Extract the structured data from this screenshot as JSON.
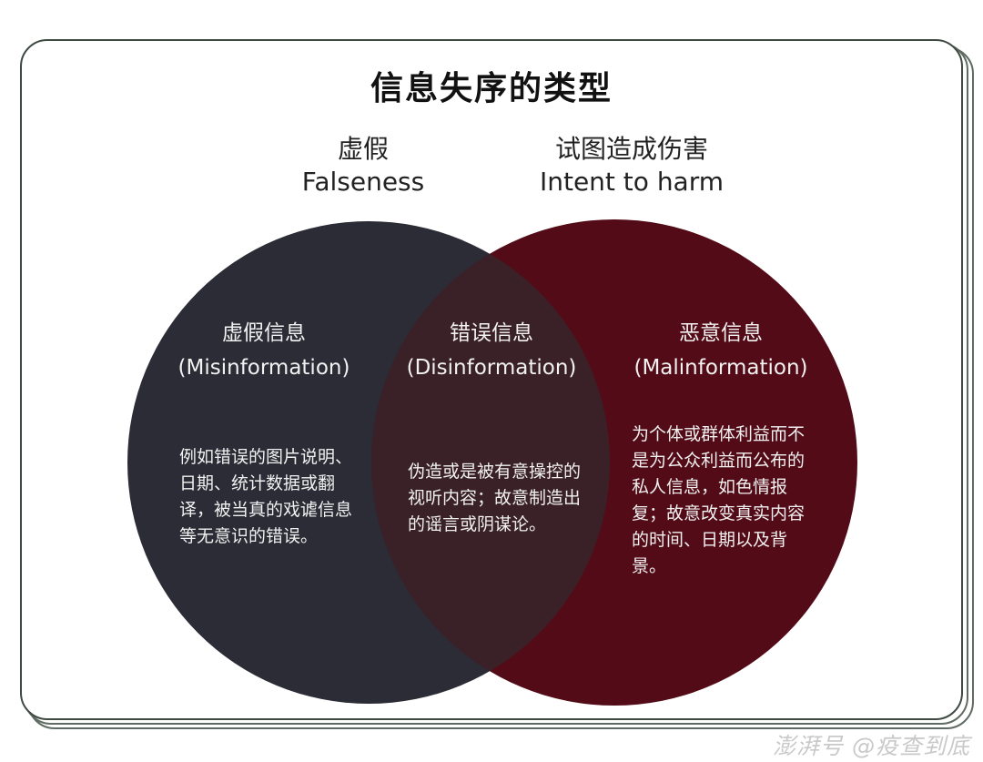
{
  "title": "信息失序的类型",
  "sets": [
    {
      "label_zh": "虚假",
      "label_en": "Falseness"
    },
    {
      "label_zh": "试图造成伤害",
      "label_en": "Intent to harm"
    }
  ],
  "regions": [
    {
      "name_zh": "虚假信息",
      "name_en": "(Misinformation)",
      "description": "例如错误的图片说明、日期、统计数据或翻译，被当真的戏谑信息等无意识的错误。"
    },
    {
      "name_zh": "错误信息",
      "name_en": "(Disinformation)",
      "description": "伪造或是被有意操控的视听内容；故意制造出的谣言或阴谋论。"
    },
    {
      "name_zh": "恶意信息",
      "name_en": "(Malinformation)",
      "description": "为个体或群体利益而不是为公众利益而公布的私人信息，如色情报复；故意改变真实内容的时间、日期以及背景。"
    }
  ],
  "colors": {
    "falseness": "#2b2c35",
    "harm": "#530c17",
    "overlap": "#3a2128"
  },
  "watermark": "澎湃号 @疫查到底"
}
